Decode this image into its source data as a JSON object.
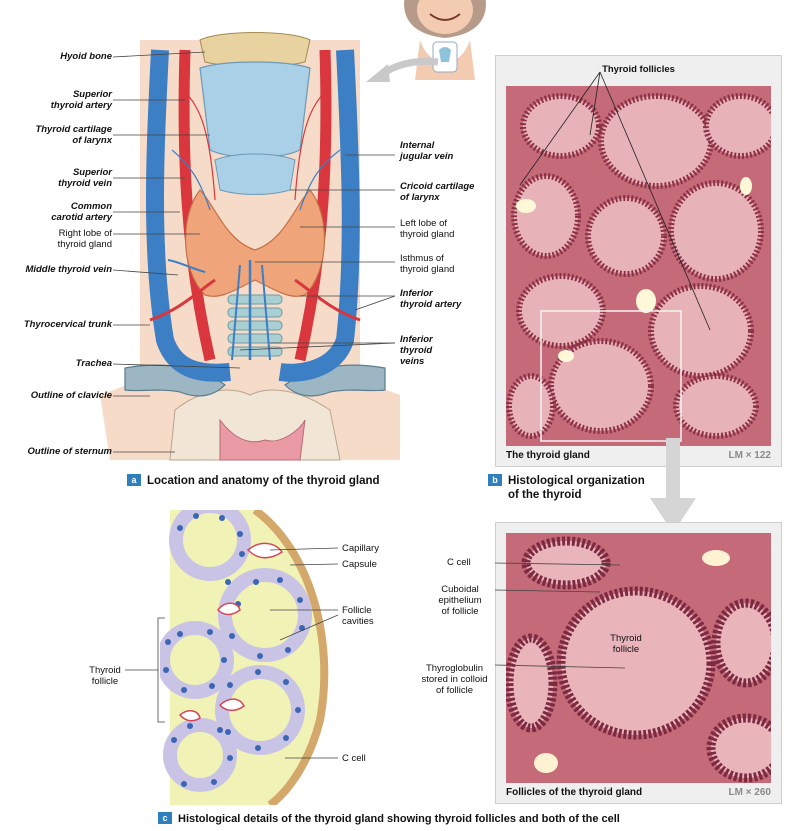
{
  "panel_a": {
    "labels": {
      "hyoid_bone": "Hyoid bone",
      "superior_thyroid_artery": [
        "Superior",
        "thyroid artery"
      ],
      "thyroid_cartilage": [
        "Thyroid cartilage",
        "of larynx"
      ],
      "superior_thyroid_vein": [
        "Superior",
        "thyroid vein"
      ],
      "common_carotid_artery": [
        "Common",
        "carotid artery"
      ],
      "right_lobe": [
        "Right lobe of",
        "thyroid gland"
      ],
      "middle_thyroid_vein": "Middle thyroid vein",
      "thyrocervical_trunk": "Thyrocervical trunk",
      "trachea": "Trachea",
      "outline_clavicle": "Outline of clavicle",
      "outline_sternum": "Outline of sternum",
      "internal_jugular_vein": [
        "Internal",
        "jugular vein"
      ],
      "cricoid_cartilage": [
        "Cricoid cartilage",
        "of larynx"
      ],
      "left_lobe": [
        "Left lobe of",
        "thyroid gland"
      ],
      "isthmus": [
        "Isthmus of",
        "thyroid gland"
      ],
      "inferior_thyroid_artery": [
        "Inferior",
        "thyroid artery"
      ],
      "inferior_thyroid_veins": [
        "Inferior",
        "thyroid",
        "veins"
      ]
    },
    "badge": "a",
    "caption": "Location and anatomy of the thyroid gland"
  },
  "panel_b": {
    "title": "Thyroid follicles",
    "footer": "The thyroid gland",
    "magnification": "LM × 122",
    "badge": "b",
    "caption": [
      "Histological organization",
      "of the thyroid"
    ]
  },
  "panel_c_micro": {
    "labels": {
      "c_cell": "C cell",
      "cuboidal": [
        "Cuboidal",
        "epithelium",
        "of follicle"
      ],
      "thyroglobulin": [
        "Thyroglobulin",
        "stored in colloid",
        "of follicle"
      ],
      "thyroid_follicle_inner": [
        "Thyroid",
        "follicle"
      ]
    },
    "footer": "Follicles of the thyroid gland",
    "magnification": "LM × 260"
  },
  "panel_c_diagram": {
    "labels": {
      "capillary": "Capillary",
      "capsule": "Capsule",
      "follicle_cavities": [
        "Follicle",
        "cavities"
      ],
      "thyroid_follicle": [
        "Thyroid",
        "follicle"
      ],
      "c_cell": "C cell"
    },
    "badge": "c",
    "caption": "Histological details of the thyroid gland showing thyroid follicles and both of the cell"
  },
  "colors": {
    "artery": "#d9363e",
    "vein": "#3d7fc4",
    "cartilage": "#a9d0e6",
    "gland": "#f0a47a",
    "colloid": "#f1f2b6",
    "cell": "#c9c3e6",
    "nucleus": "#3b66b3",
    "badge": "#2f7fbf",
    "stain": "#c97a86"
  }
}
